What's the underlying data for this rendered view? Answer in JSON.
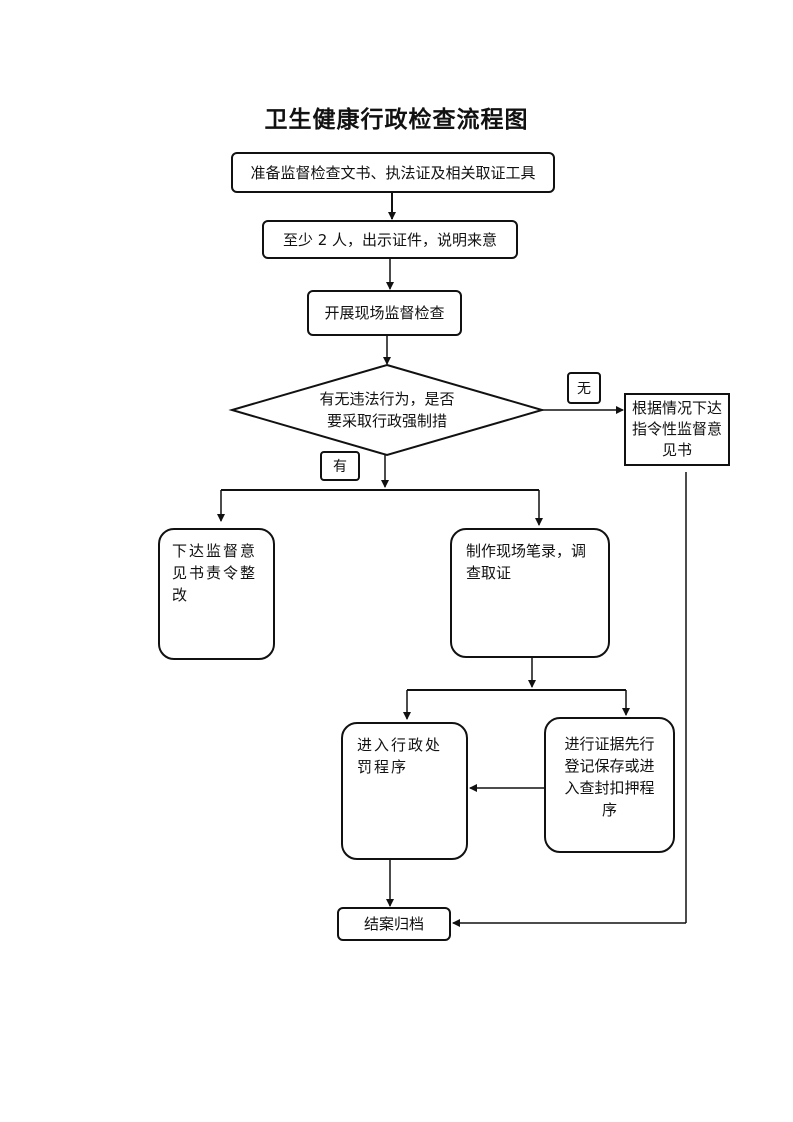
{
  "title": "卫生健康行政检查流程图",
  "steps": {
    "prepare": "准备监督检查文书、执法证及相关取证工具",
    "present": "至少 2 人，出示证件，说明来意",
    "inspect": "开展现场监督检查",
    "decision_line1": "有无违法行为，是否",
    "decision_line2": "要采取行政强制措",
    "no_violation_doc": "根据情况下达指令性监督意见书",
    "rectify_order": "下达监督意见书责令整改",
    "record_evidence": "制作现场笔录，调查取证",
    "penalty": "进入行政处罚程序",
    "preserve_seize": "进行证据先行登记保存或进入查封扣押程序",
    "close_case": "结案归档"
  },
  "branch_labels": {
    "no": "无",
    "yes": "有"
  }
}
